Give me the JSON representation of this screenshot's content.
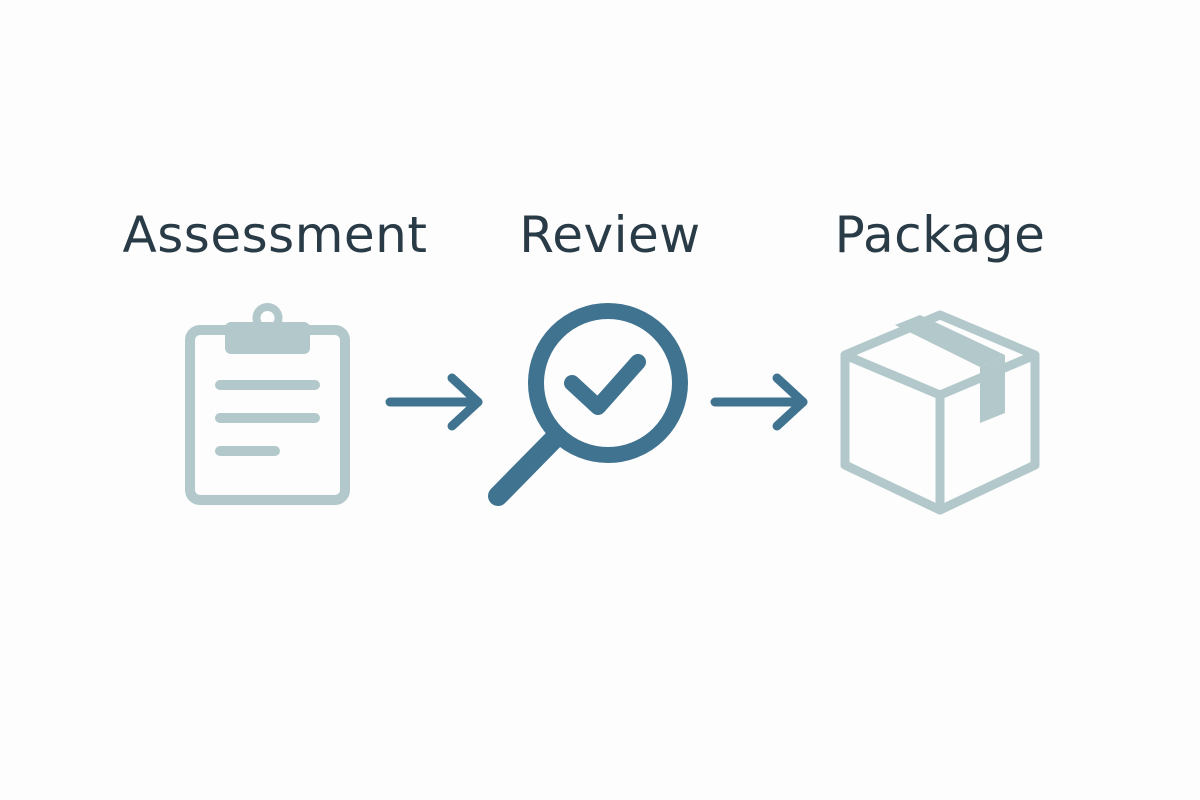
{
  "steps": [
    {
      "label": "Assessment",
      "icon": "clipboard-icon"
    },
    {
      "label": "Review",
      "icon": "magnifier-check-icon"
    },
    {
      "label": "Package",
      "icon": "package-box-icon"
    }
  ],
  "connectors": [
    "arrow-right-icon",
    "arrow-right-icon"
  ],
  "colors": {
    "label_text": "#2a3b48",
    "accent": "#3f7390",
    "muted": "#b2c8ca",
    "background": "#fdfdfd"
  }
}
